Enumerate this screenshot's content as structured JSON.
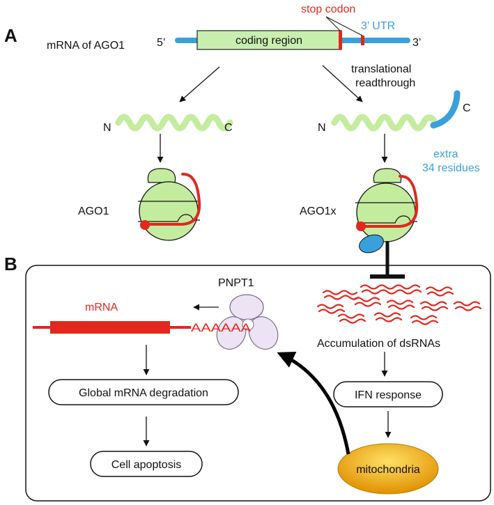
{
  "panels": {
    "a": "A",
    "b": "B"
  },
  "mrna": {
    "title": "mRNA of AGO1",
    "five_prime": "5’",
    "three_prime": "3’",
    "coding_region": "coding region",
    "stop_codon": "stop codon",
    "utr": "3’ UTR"
  },
  "translation": {
    "readthrough_line1": "translational",
    "readthrough_line2": "readthrough",
    "n_left": "N",
    "c_left": "C",
    "n_right": "N",
    "c_right": "C",
    "extra_line1": "extra",
    "extra_line2": "34 residues"
  },
  "proteins": {
    "ago1": "AGO1",
    "ago1x": "AGO1x"
  },
  "panel_b": {
    "mrna_label": "mRNA",
    "polya": "AAAAAA",
    "pnpt1": "PNPT1",
    "dsrna": "Accumulation of dsRNAs",
    "ifn": "IFN response",
    "mito": "mitochondria",
    "degradation": "Global mRNA degradation",
    "apoptosis": "Cell apoptosis"
  },
  "colors": {
    "coding_fill": "#c8eeb0",
    "protein_green": "#c4ec9e",
    "utr_blue": "#3aa0dc",
    "red": "#e0281e",
    "pnpt1_fill": "#ece4f4",
    "mito_fill": "#f0a800"
  }
}
